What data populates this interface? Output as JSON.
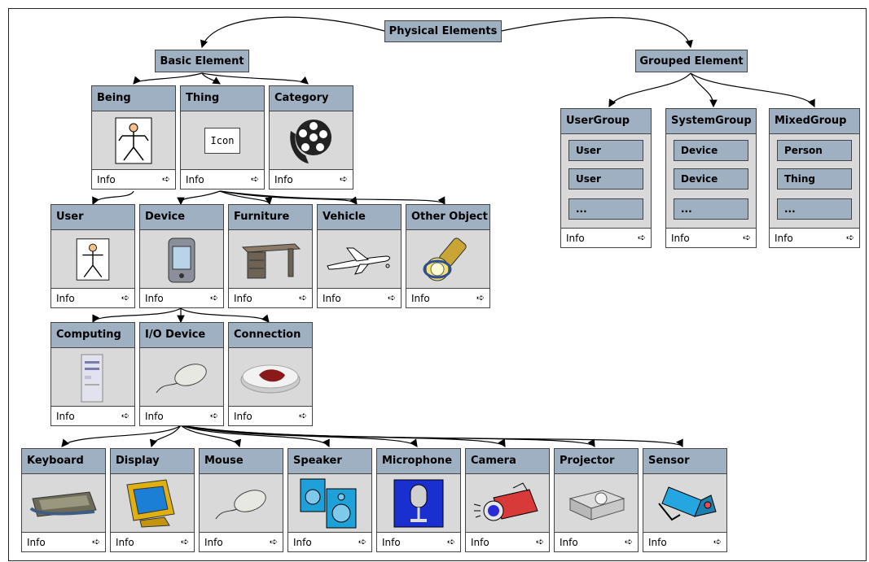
{
  "root": {
    "label": "Physical Elements"
  },
  "basic": {
    "label": "Basic  Element"
  },
  "grouped": {
    "label": "Grouped  Element"
  },
  "info_label": "Info",
  "arrow_glyph": "➪",
  "icon_placeholder": "Icon",
  "colors": {
    "header": "#9fb0c3",
    "card": "#d9d9d9",
    "border": "#444444"
  },
  "row1": [
    {
      "title": "Being",
      "icon": "stick-figure-icon"
    },
    {
      "title": "Thing",
      "icon": "icon-placeholder"
    },
    {
      "title": "Category",
      "icon": "film-reel-icon"
    }
  ],
  "row2": [
    {
      "title": "User",
      "icon": "stick-figure-icon"
    },
    {
      "title": "Device",
      "icon": "pda-icon"
    },
    {
      "title": "Furniture",
      "icon": "desk-icon"
    },
    {
      "title": "Vehicle",
      "icon": "airplane-icon"
    },
    {
      "title": "Other Object",
      "icon": "flashlight-icon"
    }
  ],
  "row3": [
    {
      "title": "Computing",
      "icon": "computer-tower-icon"
    },
    {
      "title": "I/O Device",
      "icon": "mouse-icon"
    },
    {
      "title": "Connection",
      "icon": "connection-icon"
    }
  ],
  "row4": [
    {
      "title": "Keyboard",
      "icon": "keyboard-icon"
    },
    {
      "title": "Display",
      "icon": "monitor-icon"
    },
    {
      "title": "Mouse",
      "icon": "mouse-icon"
    },
    {
      "title": "Speaker",
      "icon": "speaker-icon"
    },
    {
      "title": "Microphone",
      "icon": "microphone-icon"
    },
    {
      "title": "Camera",
      "icon": "camera-icon"
    },
    {
      "title": "Projector",
      "icon": "projector-icon"
    },
    {
      "title": "Sensor",
      "icon": "sensor-icon"
    }
  ],
  "groups": [
    {
      "title": "UserGroup",
      "items": [
        "User",
        "User",
        "..."
      ]
    },
    {
      "title": "SystemGroup",
      "items": [
        "Device",
        "Device",
        "..."
      ]
    },
    {
      "title": "MixedGroup",
      "items": [
        "Person",
        "Thing",
        "..."
      ]
    }
  ]
}
